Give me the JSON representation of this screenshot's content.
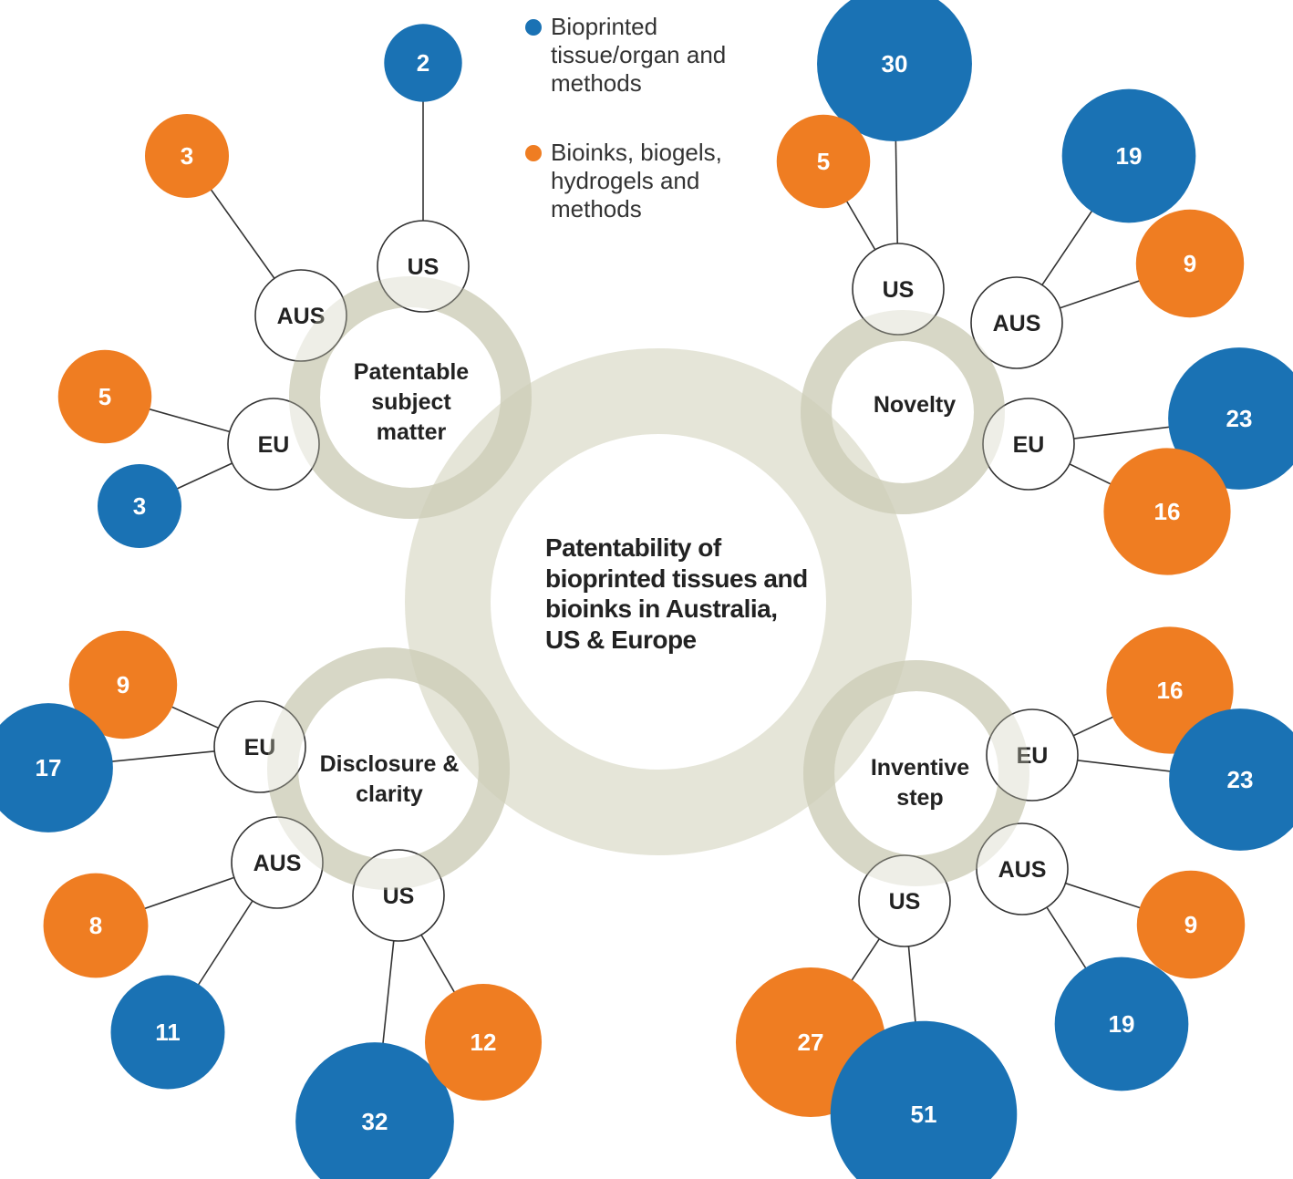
{
  "legend": {
    "items": [
      {
        "label": "Bioprinted tissue/organ and methods",
        "color": "#1a72b4"
      },
      {
        "label": "Bioinks, biogels, hydrogels and methods",
        "color": "#ef7d22"
      }
    ]
  },
  "colors": {
    "blue": "#1a72b4",
    "orange": "#ef7d22",
    "ring": "#dcdccb"
  },
  "center_title": "Patentability of bioprinted tissues and bioinks in Australia, US & Europe",
  "clusters": [
    {
      "id": "patentable-subject-matter",
      "label_lines": [
        "Patentable",
        "subject",
        "matter"
      ],
      "regions": [
        {
          "code": "US",
          "values": [
            {
              "value": 2,
              "series": "blue"
            }
          ]
        },
        {
          "code": "AUS",
          "values": [
            {
              "value": 3,
              "series": "orange"
            }
          ]
        },
        {
          "code": "EU",
          "values": [
            {
              "value": 5,
              "series": "orange"
            },
            {
              "value": 3,
              "series": "blue"
            }
          ]
        }
      ]
    },
    {
      "id": "novelty",
      "label_lines": [
        "Novelty"
      ],
      "regions": [
        {
          "code": "US",
          "values": [
            {
              "value": 30,
              "series": "blue"
            },
            {
              "value": 5,
              "series": "orange"
            }
          ]
        },
        {
          "code": "AUS",
          "values": [
            {
              "value": 19,
              "series": "blue"
            },
            {
              "value": 9,
              "series": "orange"
            }
          ]
        },
        {
          "code": "EU",
          "values": [
            {
              "value": 23,
              "series": "blue"
            },
            {
              "value": 16,
              "series": "orange"
            }
          ]
        }
      ]
    },
    {
      "id": "disclosure-clarity",
      "label_lines": [
        "Disclosure &",
        "clarity"
      ],
      "regions": [
        {
          "code": "EU",
          "values": [
            {
              "value": 9,
              "series": "orange"
            },
            {
              "value": 17,
              "series": "blue"
            }
          ]
        },
        {
          "code": "AUS",
          "values": [
            {
              "value": 8,
              "series": "orange"
            },
            {
              "value": 11,
              "series": "blue"
            }
          ]
        },
        {
          "code": "US",
          "values": [
            {
              "value": 32,
              "series": "blue"
            },
            {
              "value": 12,
              "series": "orange"
            }
          ]
        }
      ]
    },
    {
      "id": "inventive-step",
      "label_lines": [
        "Inventive",
        "step"
      ],
      "regions": [
        {
          "code": "EU",
          "values": [
            {
              "value": 16,
              "series": "orange"
            },
            {
              "value": 23,
              "series": "blue"
            }
          ]
        },
        {
          "code": "AUS",
          "values": [
            {
              "value": 9,
              "series": "orange"
            },
            {
              "value": 19,
              "series": "blue"
            }
          ]
        },
        {
          "code": "US",
          "values": [
            {
              "value": 27,
              "series": "orange"
            },
            {
              "value": 51,
              "series": "blue"
            }
          ]
        }
      ]
    }
  ]
}
